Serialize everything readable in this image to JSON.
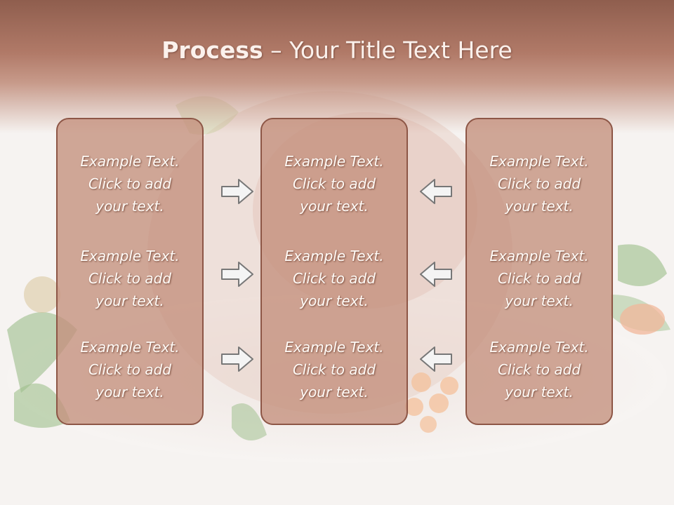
{
  "slide": {
    "title_bold": "Process",
    "title_rest": " – Your Title Text Here"
  },
  "columns": [
    {
      "cells": [
        {
          "l1": "Example Text.",
          "l2": "Click  to add",
          "l3": "your text."
        },
        {
          "l1": "Example Text.",
          "l2": "Click  to add",
          "l3": "your text."
        },
        {
          "l1": "Example Text.",
          "l2": "Click  to add",
          "l3": "your text."
        }
      ]
    },
    {
      "cells": [
        {
          "l1": "Example Text.",
          "l2": "Click  to add",
          "l3": "your text."
        },
        {
          "l1": "Example Text.",
          "l2": "Click  to add",
          "l3": "your text."
        },
        {
          "l1": "Example Text.",
          "l2": "Click  to add",
          "l3": "your text."
        }
      ]
    },
    {
      "cells": [
        {
          "l1": "Example Text.",
          "l2": "Click  to add",
          "l3": "your text."
        },
        {
          "l1": "Example Text.",
          "l2": "Click  to add",
          "l3": "your text."
        },
        {
          "l1": "Example Text.",
          "l2": "Click  to add",
          "l3": "your text."
        }
      ]
    }
  ],
  "arrows": {
    "left_group": [
      "right-arrow-icon",
      "right-arrow-icon",
      "right-arrow-icon"
    ],
    "right_group": [
      "left-arrow-icon",
      "left-arrow-icon",
      "left-arrow-icon"
    ]
  },
  "colors": {
    "title_band": "#b17a68",
    "box_fill": "#c48f7c",
    "box_border": "#8d5646",
    "text": "#fffaf6",
    "arrow_fill": "#f4f4f4",
    "arrow_stroke": "#777777"
  },
  "background_image": "faded roast poultry platter with vegetables and greens"
}
